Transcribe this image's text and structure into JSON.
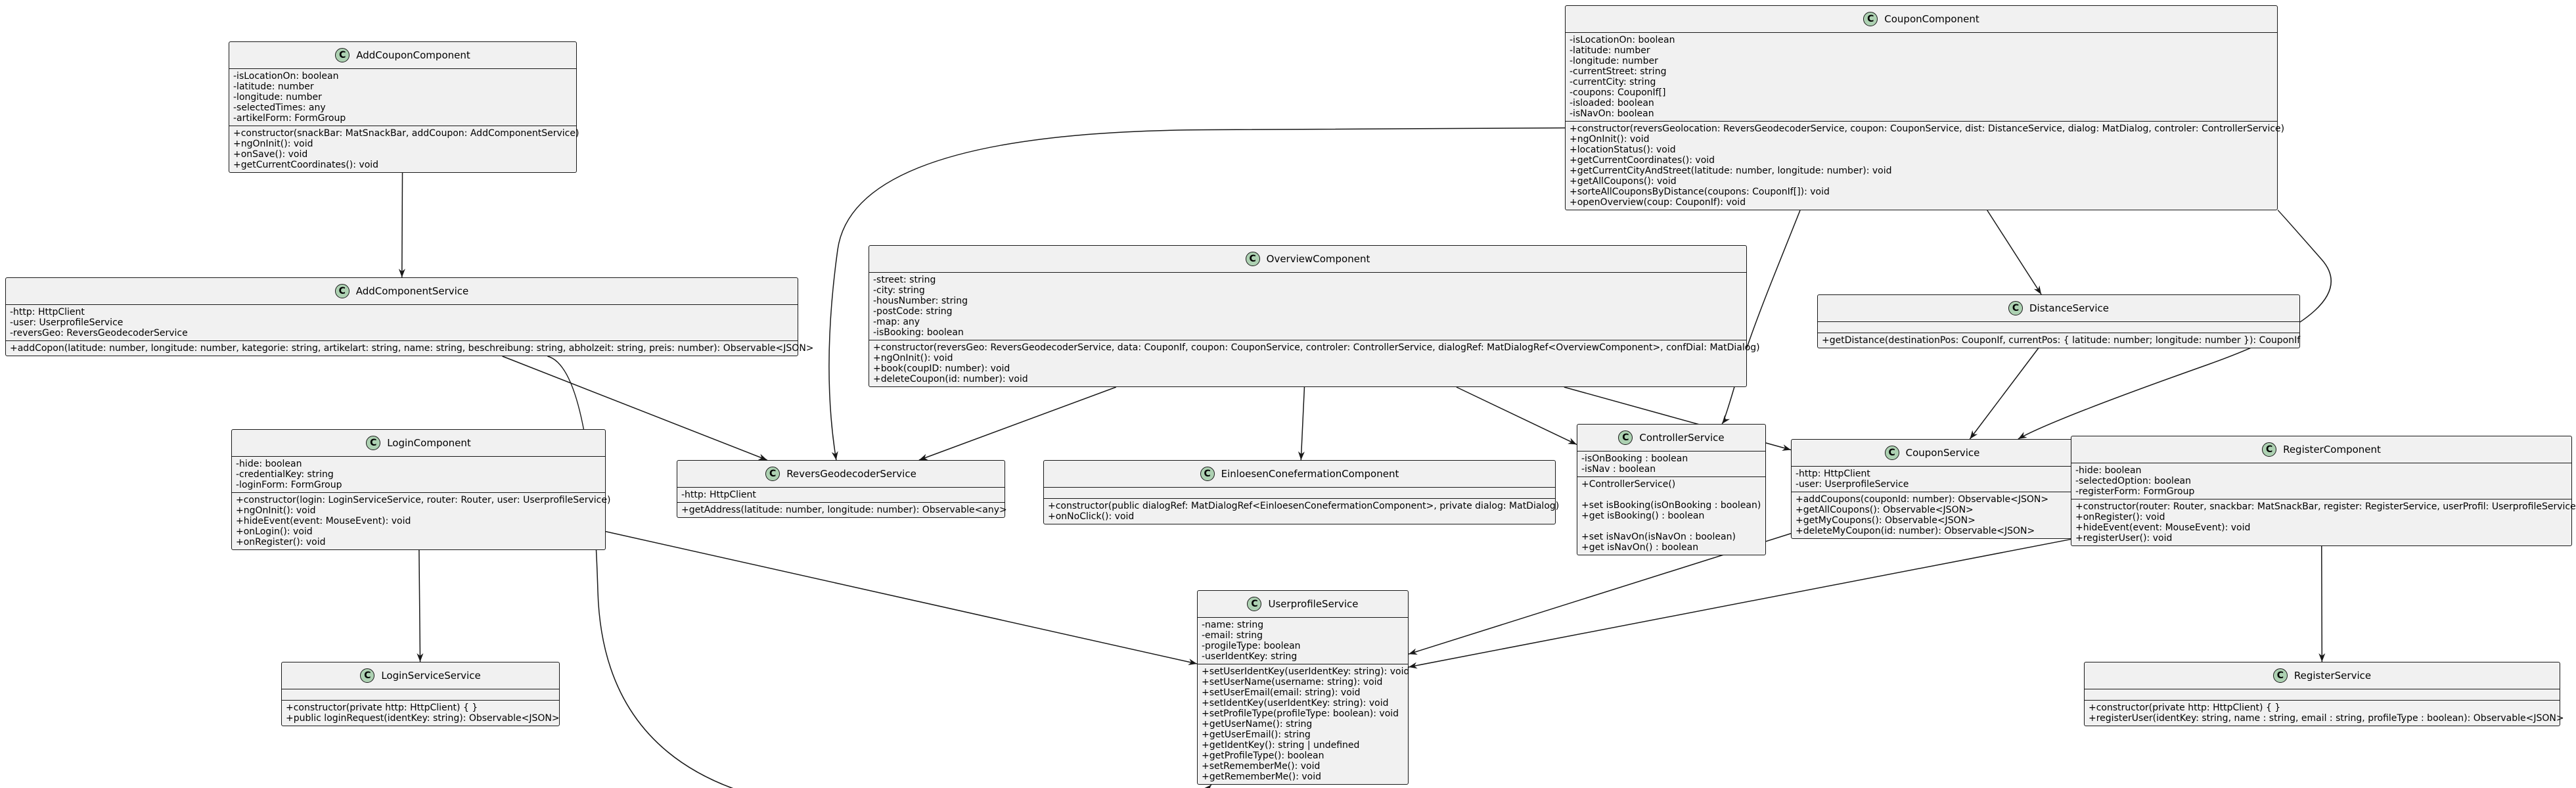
{
  "diagram": {
    "class_icon_letter": "C",
    "colors": {
      "class_fill": "#f1f1f1",
      "icon_fill": "#add1b2",
      "line": "#181818"
    },
    "classes": [
      {
        "id": "AddCouponComponent",
        "name": "AddCouponComponent",
        "attributes": [
          "-isLocationOn: boolean",
          "-latitude: number",
          "-longitude: number",
          "-selectedTimes: any",
          "-artikelForm: FormGroup"
        ],
        "methods": [
          "+constructor(snackBar: MatSnackBar, addCoupon: AddComponentService)",
          "+ngOnInit(): void",
          "+onSave(): void",
          "+getCurrentCoordinates(): void"
        ]
      },
      {
        "id": "CouponComponent",
        "name": "CouponComponent",
        "attributes": [
          "-isLocationOn: boolean",
          "-latitude: number",
          "-longitude: number",
          "-currentStreet: string",
          "-currentCity: string",
          "-coupons: CouponIf[]",
          "-isloaded: boolean",
          "-isNavOn: boolean"
        ],
        "methods": [
          "+constructor(reversGeolocation: ReversGeodecoderService, coupon: CouponService, dist: DistanceService, dialog: MatDialog, controler: ControllerService)",
          "+ngOnInit(): void",
          "+locationStatus(): void",
          "+getCurrentCoordinates(): void",
          "+getCurrentCityAndStreet(latitude: number, longitude: number): void",
          "+getAllCoupons(): void",
          "+sorteAllCouponsByDistance(coupons: CouponIf[]): void",
          "+openOverview(coup: CouponIf): void"
        ]
      },
      {
        "id": "AddComponentService",
        "name": "AddComponentService",
        "attributes": [
          "-http: HttpClient",
          "-user: UserprofileService",
          "-reversGeo: ReversGeodecoderService"
        ],
        "methods": [
          "+addCopon(latitude: number, longitude: number, kategorie: string, artikelart: string, name: string, beschreibung: string, abholzeit: string, preis: number): Observable<JSON>"
        ]
      },
      {
        "id": "OverviewComponent",
        "name": "OverviewComponent",
        "attributes": [
          "-street: string",
          "-city: string",
          "-housNumber: string",
          "-postCode: string",
          "-map: any",
          "-isBooking: boolean"
        ],
        "methods": [
          "+constructor(reversGeo: ReversGeodecoderService, data: CouponIf, coupon: CouponService, controler: ControllerService, dialogRef: MatDialogRef<OverviewComponent>, confDial: MatDialog)",
          "+ngOnInit(): void",
          "+book(coupID: number): void",
          "+deleteCoupon(id: number): void"
        ]
      },
      {
        "id": "DistanceService",
        "name": "DistanceService",
        "attributes": [],
        "methods": [
          "+getDistance(destinationPos: CouponIf, currentPos: { latitude: number; longitude: number }): CouponIf"
        ]
      },
      {
        "id": "LoginComponent",
        "name": "LoginComponent",
        "attributes": [
          "-hide: boolean",
          "-credentialKey: string",
          "-loginForm: FormGroup"
        ],
        "methods": [
          "+constructor(login: LoginServiceService, router: Router, user: UserprofileService)",
          "+ngOnInit(): void",
          "+hideEvent(event: MouseEvent): void",
          "+onLogin(): void",
          "+onRegister(): void"
        ]
      },
      {
        "id": "ReversGeodecoderService",
        "name": "ReversGeodecoderService",
        "attributes": [
          "-http: HttpClient"
        ],
        "methods": [
          "+getAddress(latitude: number, longitude: number): Observable<any>"
        ]
      },
      {
        "id": "EinloesenConefermationComponent",
        "name": "EinloesenConefermationComponent",
        "attributes": [],
        "methods": [
          "+constructor(public dialogRef: MatDialogRef<EinloesenConefermationComponent>, private dialog: MatDialog)",
          "+onNoClick(): void"
        ]
      },
      {
        "id": "ControllerService",
        "name": "ControllerService",
        "attributes": [
          "-isOnBooking : boolean",
          "-isNav : boolean"
        ],
        "methods": [
          "+ControllerService()",
          "",
          "+set isBooking(isOnBooking : boolean)",
          "+get isBooking() : boolean",
          "",
          "+set isNavOn(isNavOn : boolean)",
          "+get isNavOn() : boolean"
        ]
      },
      {
        "id": "CouponService",
        "name": "CouponService",
        "attributes": [
          "-http: HttpClient",
          "-user: UserprofileService"
        ],
        "methods": [
          "+addCoupons(couponId: number): Observable<JSON>",
          "+getAllCoupons(): Observable<JSON>",
          "+getMyCoupons(): Observable<JSON>",
          "+deleteMyCoupon(id: number): Observable<JSON>"
        ]
      },
      {
        "id": "RegisterComponent",
        "name": "RegisterComponent",
        "attributes": [
          "-hide: boolean",
          "-selectedOption: boolean",
          "-registerForm: FormGroup"
        ],
        "methods": [
          "+constructor(router: Router, snackbar: MatSnackBar, register: RegisterService, userProfil: UserprofileService)",
          "+onRegister(): void",
          "+hideEvent(event: MouseEvent): void",
          "+registerUser(): void"
        ]
      },
      {
        "id": "UserprofileService",
        "name": "UserprofileService",
        "attributes": [
          "-name: string",
          "-email: string",
          "-progileType: boolean",
          "-userIdentKey: string"
        ],
        "methods": [
          "+setUserIdentKey(userIdentKey: string): void",
          "+setUserName(username: string): void",
          "+setUserEmail(email: string): void",
          "+setIdentKey(userIdentKey: string): void",
          "+setProfileType(profileType: boolean): void",
          "+getUserName(): string",
          "+getUserEmail(): string",
          "+getIdentKey(): string | undefined",
          "+getProfileType(): boolean",
          "+setRememberMe(): void",
          "+getRememberMe(): void"
        ]
      },
      {
        "id": "LoginServiceService",
        "name": "LoginServiceService",
        "attributes": [],
        "methods": [
          "+constructor(private http: HttpClient) { }",
          "+public loginRequest(identKey: string): Observable<JSON>"
        ]
      },
      {
        "id": "RegisterService",
        "name": "RegisterService",
        "attributes": [],
        "methods": [
          "+constructor(private http: HttpClient) { }",
          "+registerUser(identKey: string, name : string, email : string, profileType : boolean): Observable<JSON>"
        ]
      }
    ],
    "relations": [
      {
        "from": "AddCouponComponent",
        "to": "AddComponentService"
      },
      {
        "from": "AddComponentService",
        "to": "ReversGeodecoderService"
      },
      {
        "from": "AddComponentService",
        "to": "UserprofileService"
      },
      {
        "from": "CouponComponent",
        "to": "ReversGeodecoderService"
      },
      {
        "from": "CouponComponent",
        "to": "ControllerService"
      },
      {
        "from": "CouponComponent",
        "to": "DistanceService"
      },
      {
        "from": "CouponComponent",
        "to": "CouponService"
      },
      {
        "from": "OverviewComponent",
        "to": "ReversGeodecoderService"
      },
      {
        "from": "OverviewComponent",
        "to": "EinloesenConefermationComponent"
      },
      {
        "from": "OverviewComponent",
        "to": "ControllerService"
      },
      {
        "from": "OverviewComponent",
        "to": "CouponService"
      },
      {
        "from": "DistanceService",
        "to": "CouponService"
      },
      {
        "from": "LoginComponent",
        "to": "LoginServiceService"
      },
      {
        "from": "LoginComponent",
        "to": "UserprofileService"
      },
      {
        "from": "CouponService",
        "to": "UserprofileService"
      },
      {
        "from": "RegisterComponent",
        "to": "UserprofileService"
      },
      {
        "from": "RegisterComponent",
        "to": "RegisterService"
      }
    ]
  }
}
